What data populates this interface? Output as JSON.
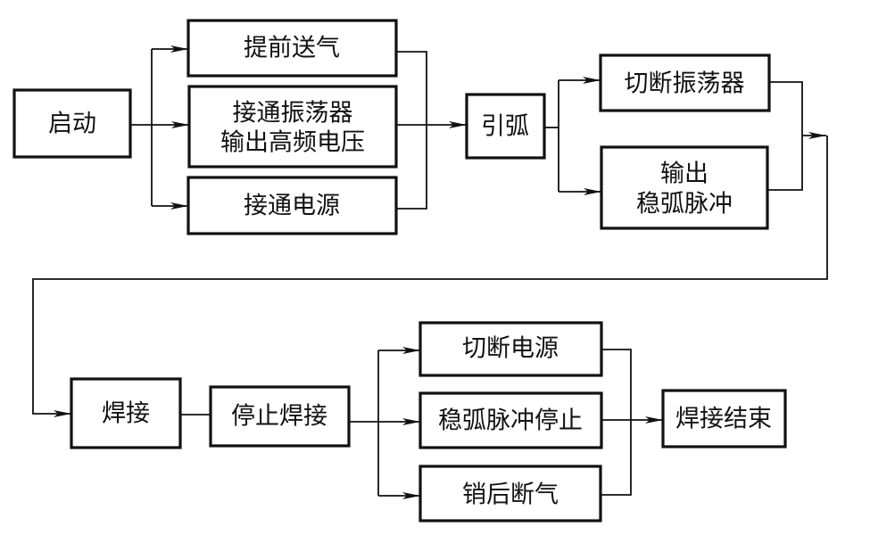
{
  "diagram": {
    "type": "flowchart",
    "colors": {
      "stroke": "#111111",
      "background": "#ffffff"
    },
    "nodes": {
      "start": {
        "lines": [
          "启动"
        ]
      },
      "pre_gas": {
        "lines": [
          "提前送气"
        ]
      },
      "oscillator_on": {
        "lines": [
          "接通振荡器",
          "输出高频电压"
        ]
      },
      "power_on": {
        "lines": [
          "接通电源"
        ]
      },
      "arc_start": {
        "lines": [
          "引弧"
        ]
      },
      "oscillator_off": {
        "lines": [
          "切断振荡器"
        ]
      },
      "pulse_output": {
        "lines": [
          "输出",
          "稳弧脉冲"
        ]
      },
      "welding": {
        "lines": [
          "焊接"
        ]
      },
      "stop_welding": {
        "lines": [
          "停止焊接"
        ]
      },
      "power_off": {
        "lines": [
          "切断电源"
        ]
      },
      "pulse_stop": {
        "lines": [
          "稳弧脉冲停止"
        ]
      },
      "post_gas_off": {
        "lines": [
          "销后断气"
        ]
      },
      "end": {
        "lines": [
          "焊接结束"
        ]
      }
    },
    "edges": [
      [
        "start",
        "pre_gas"
      ],
      [
        "start",
        "oscillator_on"
      ],
      [
        "start",
        "power_on"
      ],
      [
        "pre_gas",
        "arc_start"
      ],
      [
        "oscillator_on",
        "arc_start"
      ],
      [
        "power_on",
        "arc_start"
      ],
      [
        "arc_start",
        "oscillator_off"
      ],
      [
        "arc_start",
        "pulse_output"
      ],
      [
        "oscillator_off",
        "welding"
      ],
      [
        "pulse_output",
        "welding"
      ],
      [
        "welding",
        "stop_welding"
      ],
      [
        "stop_welding",
        "power_off"
      ],
      [
        "stop_welding",
        "pulse_stop"
      ],
      [
        "stop_welding",
        "post_gas_off"
      ],
      [
        "power_off",
        "end"
      ],
      [
        "pulse_stop",
        "end"
      ],
      [
        "post_gas_off",
        "end"
      ]
    ]
  }
}
